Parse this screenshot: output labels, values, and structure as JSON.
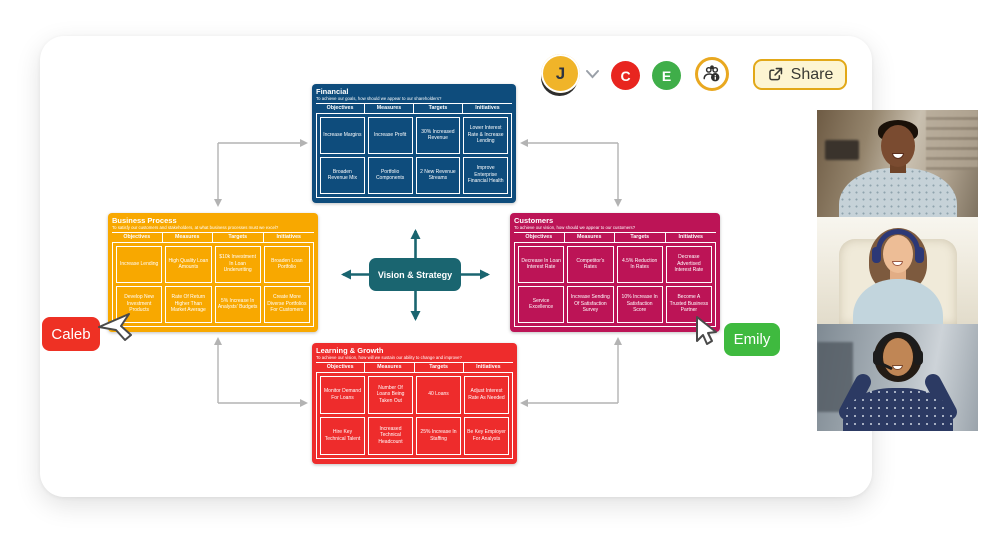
{
  "toolbar": {
    "user_menu": {
      "initial": "J",
      "color": "#F0B429"
    },
    "collaborator_avatars": [
      {
        "initial": "C",
        "color": "#E8251F"
      },
      {
        "initial": "E",
        "color": "#3FAE49"
      }
    ],
    "share_label": "Share",
    "accent_gold": "#E9A820"
  },
  "cursors": [
    {
      "name": "Caleb",
      "color": "#EE3124"
    },
    {
      "name": "Emily",
      "color": "#3FBA3F"
    }
  ],
  "diagram": {
    "center": {
      "label": "Vision & Strategy",
      "color": "#1A6570"
    },
    "connector_color": "#B3B3B3",
    "quadrants": [
      {
        "id": "financial",
        "title": "Financial",
        "subtitle": "To achieve our goals, how should we appear to our shareholders?",
        "color": "#0E4C7C",
        "columns": [
          "Objectives",
          "Measures",
          "Targets",
          "Initiatives"
        ],
        "rows": [
          [
            "Increase Margins",
            "Increase Profit",
            "30% Increased Revenue",
            "Lower Interest Rate & Increase Lending"
          ],
          [
            "Broaden Revenue Mix",
            "Portfolio Components",
            "2 New Revenue Streams",
            "Improve Enterprise Financial Health"
          ]
        ]
      },
      {
        "id": "business-process",
        "title": "Business Process",
        "subtitle": "To satisfy our customers and stakeholders, at what business processes must we excel?",
        "color": "#F8A800",
        "columns": [
          "Objectives",
          "Measures",
          "Targets",
          "Initiatives"
        ],
        "rows": [
          [
            "Increase Lending",
            "High Quality Loan Amounts",
            "$10k Investment In Loan Underwriting",
            "Broaden Loan Portfolio"
          ],
          [
            "Develop New Investment Products",
            "Rate Of Return Higher Than Market Average",
            "5% Increase In Analysts' Budgets",
            "Create More Diverse Portfolios For Customers"
          ]
        ]
      },
      {
        "id": "customers",
        "title": "Customers",
        "subtitle": "To achieve our vision, how should we appear to our customers?",
        "color": "#BC1456",
        "columns": [
          "Objectives",
          "Measures",
          "Targets",
          "Initiatives"
        ],
        "rows": [
          [
            "Decrease In Loan Interest Rate",
            "Competitor's Rates",
            "4.5% Reduction In Rates",
            "Decrease Advertised Interest Rate"
          ],
          [
            "Service Excellence",
            "Increase Sending Of Satisfaction Survey",
            "10% Increase In Satisfaction Score",
            "Become A Trusted Business Partner"
          ]
        ]
      },
      {
        "id": "learning-growth",
        "title": "Learning & Growth",
        "subtitle": "To achieve our vision, how will we sustain our ability to change and improve?",
        "color": "#EE2C2C",
        "columns": [
          "Objectives",
          "Measures",
          "Targets",
          "Initiatives"
        ],
        "rows": [
          [
            "Monitor Demand For Loans",
            "Number Of Loans Being Taken Out",
            "40 Loans",
            "Adjust Interest Rate As Needed"
          ],
          [
            "Hire Key Technical Talent",
            "Increased Technical Headcount",
            "25% Increase In Staffing",
            "Be Key Employer For Analysts"
          ]
        ]
      }
    ]
  },
  "video_call": {
    "tiles": [
      {
        "active": false
      },
      {
        "active": true
      },
      {
        "active": false
      }
    ]
  }
}
